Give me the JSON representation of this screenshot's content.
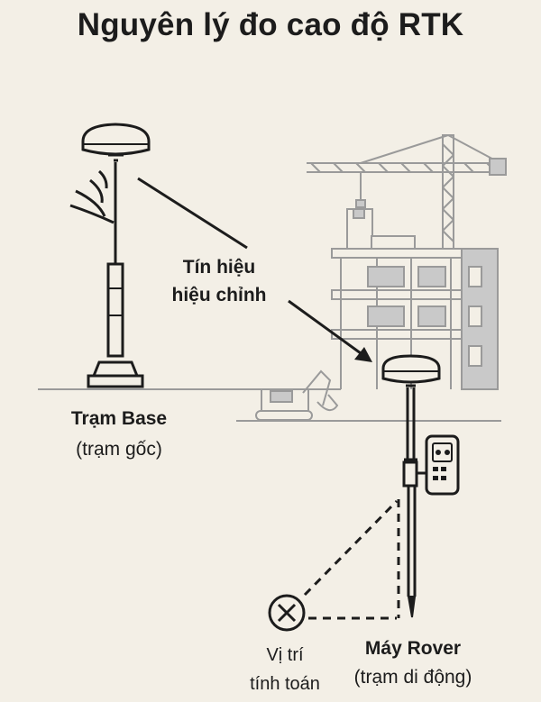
{
  "title": "Nguyên lý đo cao độ RTK",
  "labels": {
    "signal_line1": "Tín hiệu",
    "signal_line2": "hiệu chỉnh",
    "base_name": "Trạm Base",
    "base_sub": "(trạm gốc)",
    "calc_line1": "Vị trí",
    "calc_line2": "tính toán",
    "rover_name": "Máy Rover",
    "rover_sub": "(trạm di động)"
  },
  "colors": {
    "background": "#f3efe6",
    "ink": "#1c1c1c",
    "building": "#9a9a9a",
    "building_fill": "#c9c9c9"
  }
}
